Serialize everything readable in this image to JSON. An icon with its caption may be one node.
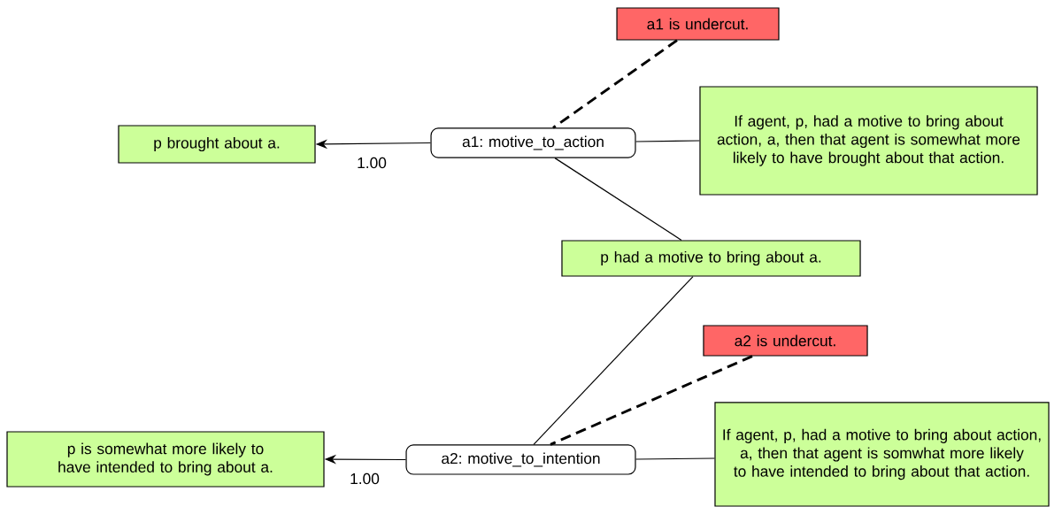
{
  "diagram": {
    "nodes": [
      {
        "text": [
          "a1 is undercut."
        ]
      },
      {
        "text": [
          "p brought about a."
        ]
      },
      {
        "text": [
          "a1: motive_to_action"
        ]
      },
      {
        "text": [
          "If agent, p, had a motive to bring about action, a, then that agent is somewhat more likely to have brought about that action."
        ]
      },
      {
        "text": [
          "p had a motive to bring about a."
        ]
      },
      {
        "text": [
          "a2 is undercut."
        ]
      },
      {
        "text": [
          "p is somewhat more likely to have intended to bring about a."
        ]
      },
      {
        "text": [
          "a2: motive_to_intention"
        ]
      },
      {
        "text": [
          "If agent, p, had a motive to bring about action, a, then that agent is somwhat more likely to have intended to bring about that action."
        ]
      }
    ],
    "edges": [
      {
        "from": 2,
        "to": 1,
        "arrow": "to",
        "label": "1.00"
      },
      {
        "from": 0,
        "to": 2,
        "arrow": "none",
        "style": "dashed"
      },
      {
        "from": 3,
        "to": 2,
        "arrow": "none"
      },
      {
        "from": 4,
        "to": 2,
        "arrow": "none"
      },
      {
        "from": 4,
        "to": 7,
        "arrow": "none"
      },
      {
        "from": 5,
        "to": 7,
        "arrow": "none",
        "style": "dashed"
      },
      {
        "from": 8,
        "to": 7,
        "arrow": "none"
      },
      {
        "from": 7,
        "to": 6,
        "arrow": "to",
        "label": "1.00"
      }
    ]
  }
}
